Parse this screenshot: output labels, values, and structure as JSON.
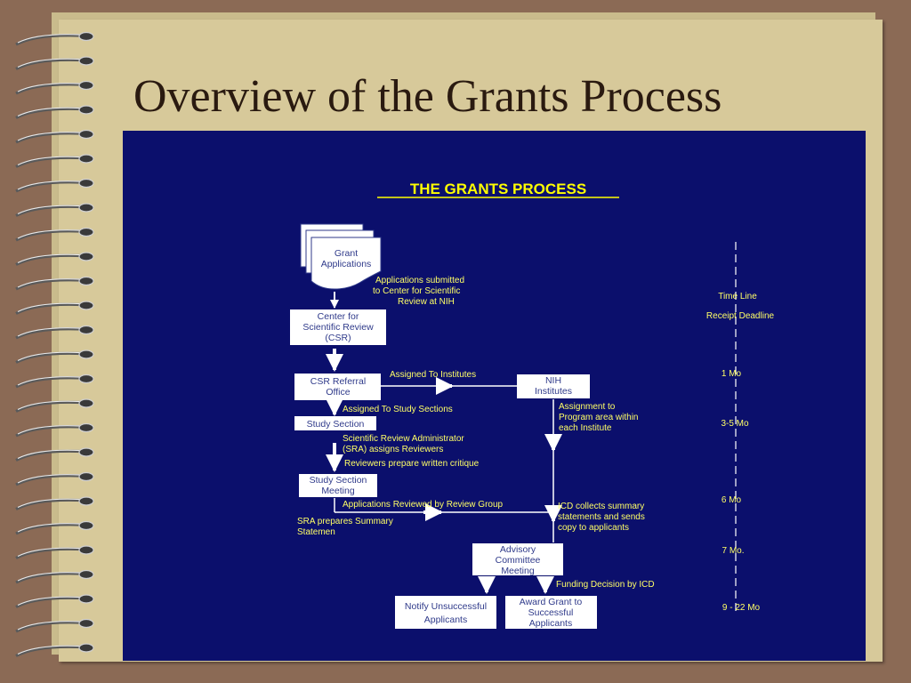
{
  "title": "Overview of the Grants Process",
  "chart_title": "THE GRANTS PROCESS",
  "colors": {
    "panel": "#0b0f6c",
    "accent_title": "#ffff00",
    "label_text": "#ffff66",
    "box_fill": "#ffffff",
    "box_text": "#2f3a8a",
    "timeline": "#ffffff"
  },
  "boxes": {
    "grant_applications": [
      "Grant",
      "Applications"
    ],
    "csr": [
      "Center for",
      "Scientific Review",
      "(CSR)"
    ],
    "csr_referral": [
      "CSR Referral",
      "Office"
    ],
    "nih_institutes": [
      "NIH",
      "Institutes"
    ],
    "study_section": [
      "Study Section"
    ],
    "study_section_meeting": [
      "Study Section",
      "Meeting"
    ],
    "advisory_committee": [
      "Advisory",
      "Committee",
      "Meeting"
    ],
    "notify_unsuccessful": [
      "Notify Unsuccessful",
      "Applicants"
    ],
    "award_grant": [
      "Award Grant to",
      "Successful",
      "Applicants"
    ]
  },
  "annotations": {
    "submitted": [
      "Applications submitted",
      "to Center for Scientific",
      "Review at NIH"
    ],
    "assigned_institutes": "Assigned To Institutes",
    "assigned_study_sections": "Assigned To Study Sections",
    "assignment_program": [
      "Assignment to",
      "Program area within",
      "each Institute"
    ],
    "sra_assigns": [
      "Scientific Review Administrator",
      "(SRA) assigns Reviewers"
    ],
    "reviewers_prepare": "Reviewers prepare written critique",
    "reviewed_by_group": "Applications Reviewed by Review Group",
    "icd_collects": [
      "ICD collects summary",
      "statements and sends",
      "copy to applicants"
    ],
    "sra_prepares": [
      "SRA prepares Summary",
      "Statemen"
    ],
    "funding_decision": "Funding Decision by ICD"
  },
  "timeline": {
    "heading": "Time Line",
    "items": [
      "Receipt Deadline",
      "1 Mo",
      "3-5 Mo",
      "6 Mo",
      "7 Mo.",
      "9 - 22 Mo"
    ]
  }
}
